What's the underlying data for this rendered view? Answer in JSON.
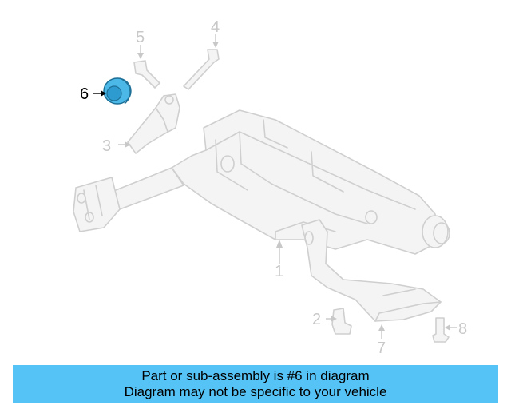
{
  "diagram": {
    "callouts": {
      "c1": "1",
      "c2": "2",
      "c3": "3",
      "c4": "4",
      "c5": "5",
      "c6": "6",
      "c7": "7",
      "c8": "8"
    },
    "highlighted_part": "6",
    "colors": {
      "highlight": "#4bb8e8",
      "parts": "#cfcfcf",
      "banner": "#55c3f6"
    }
  },
  "banner": {
    "line1": "Part or sub-assembly is #6 in diagram",
    "line2": "Diagram may not be specific to your vehicle"
  }
}
